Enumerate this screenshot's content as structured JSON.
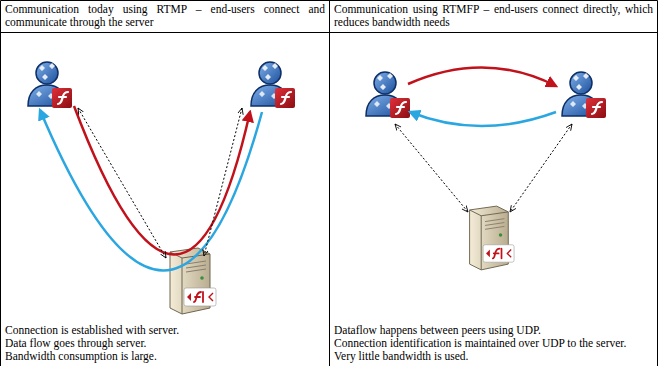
{
  "diagram": {
    "nodes": [
      {
        "text": [
          "Communication today using RTMP – end-users connect and communicate through the server",
          "Connection is established with server.",
          "Data flow goes through server.",
          "Bandwidth consumption is large."
        ]
      },
      {
        "text": [
          "Communication using RTMFP – end-users connect directly, which reduces bandwidth needs",
          "Dataflow happens between peers using UDP.",
          "Connection identification is maintained over UDP to the server.",
          "Very little bandwidth is used."
        ]
      }
    ]
  }
}
